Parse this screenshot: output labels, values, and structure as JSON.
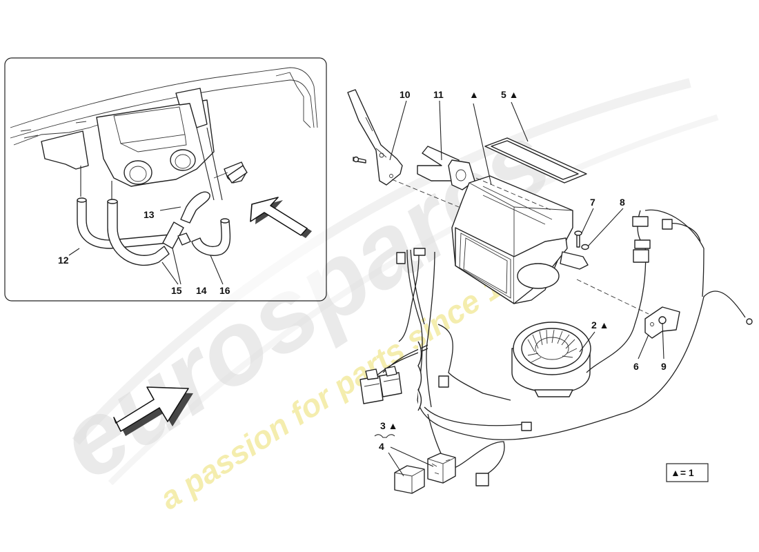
{
  "watermark": {
    "brand": "eurospares",
    "tagline": "a passion for parts since 1985",
    "brand_color": "#d9d9d9",
    "tagline_color": "#f2eaa0"
  },
  "callouts": {
    "p1": "10",
    "p2": "11",
    "p3": "▲",
    "p4": "5 ▲",
    "p5": "7",
    "p6": "8",
    "p7": "2 ▲",
    "p8": "6",
    "p9": "9",
    "p10": "3 ▲",
    "p11": "4",
    "p12": "12",
    "p13": "13",
    "p14": "14",
    "p15": "15",
    "p16": "16"
  },
  "legend": {
    "text": "▲= 1"
  },
  "icons": {
    "direction": "arrow-icon"
  }
}
